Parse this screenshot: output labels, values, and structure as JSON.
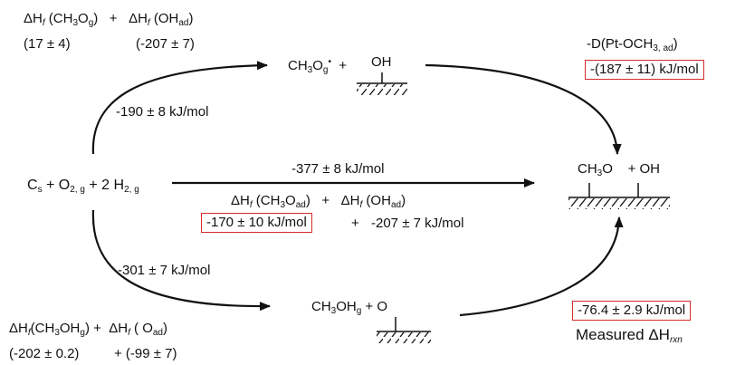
{
  "top": {
    "hf_a": {
      "sym": "ΔH",
      "f": "f",
      "open": " (CH",
      "s3": "3",
      "o": "O",
      "g": "g",
      "close": ")"
    },
    "plus": "+",
    "hf_b": {
      "sym": "ΔH",
      "f": "f",
      "open": " (OH",
      "ad": "ad",
      "close": ")"
    },
    "val_a": "(17 ± 4)",
    "val_b": "(-207 ± 7)",
    "arrow_label": "-190 ± 8 kJ/mol",
    "product": {
      "ch": "CH",
      "s3": "3",
      "o": "O",
      "g": "g",
      "radical": "•",
      "plus": "+"
    },
    "oh": "OH"
  },
  "right": {
    "d_label": {
      "pre": "-D(Pt-OCH",
      "sub": "3, ad",
      "post": ")"
    },
    "d_value": "-(187 ± 11) kJ/mol",
    "product": {
      "ch": "CH",
      "s3": "3",
      "o": "O",
      "plus": "+ OH"
    }
  },
  "middle": {
    "reactants": {
      "c": "C",
      "s": "s",
      "plus1": " + O",
      "o2": "2, g",
      "plus2": " + 2 H",
      "h2": "2, g"
    },
    "arrow_label": "-377 ± 8 kJ/mol",
    "hf_a": {
      "sym": "ΔH",
      "f": "f",
      "open": " (CH",
      "s3": "3",
      "o": "O",
      "ad": "ad",
      "close": ")"
    },
    "plus": "+",
    "hf_b": {
      "sym": "ΔH",
      "f": "f",
      "open": " (OH",
      "ad": "ad",
      "close": ")"
    },
    "val_a": "-170 ± 10 kJ/mol",
    "val_plus": "+",
    "val_b": "-207 ± 7 kJ/mol"
  },
  "bottom": {
    "arrow_label": "-301 ± 7 kJ/mol",
    "hf_a": {
      "sym": "ΔH",
      "f": "f",
      "open": "(CH",
      "s3": "3",
      "oh": "OH",
      "g": "g",
      "close": ") +"
    },
    "hf_b": {
      "sym": "ΔH",
      "f": "f",
      "open": " ( O",
      "ad": "ad",
      "close": ")"
    },
    "val_a": "(-202 ± 0.2)",
    "val_b": "+ (-99 ± 7)",
    "product": {
      "ch": "CH",
      "s3": "3",
      "oh": "OH",
      "g": "g",
      "plus": " + O"
    },
    "measured_value": "-76.4 ± 2.9  kJ/mol",
    "measured_label": {
      "text": "Measured ΔH",
      "sub": "rxn"
    }
  },
  "colors": {
    "ink": "#111111",
    "box": "#d62b2b"
  }
}
